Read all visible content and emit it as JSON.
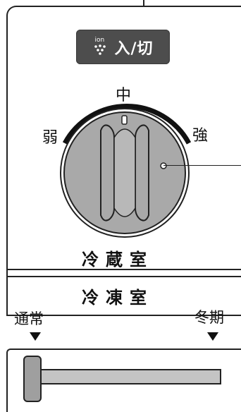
{
  "power_button": {
    "icon": "ion-sparkle-icon",
    "ion_text": "ion",
    "label": "入/切"
  },
  "dial": {
    "label_top": "中",
    "label_left": "弱",
    "label_right": "強",
    "compartment_label": "冷蔵室"
  },
  "freezer": {
    "title": "冷凍室",
    "label_left": "通常",
    "label_right": "冬期",
    "slider_position": 0
  },
  "colors": {
    "button": "#4d4d4d",
    "knob": "#a9a9a9",
    "arc": "#111111",
    "slider_bar": "#c4c4c4"
  }
}
